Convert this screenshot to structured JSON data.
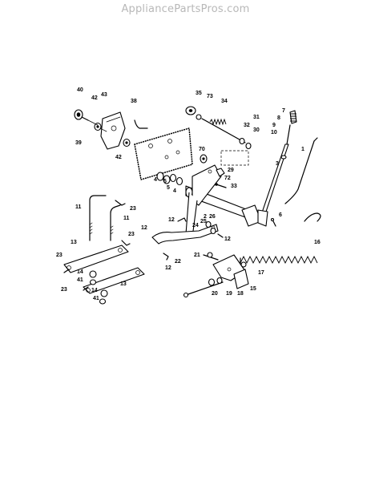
{
  "watermark": "AppliancePartsPros.com",
  "callouts": {
    "c1": "1",
    "c2": "2",
    "c3": "3",
    "c4a": "4",
    "c4b": "4",
    "c5a": "5",
    "c5b": "5",
    "c6": "6",
    "c7": "7",
    "c8": "8",
    "c9": "9",
    "c10": "10",
    "c11a": "11",
    "c11b": "11",
    "c12a": "12",
    "c12b": "12",
    "c12c": "12",
    "c13a": "13",
    "c13b": "13",
    "c14a": "14",
    "c14b": "14",
    "c15": "15",
    "c16": "16",
    "c17": "17",
    "c18": "18",
    "c19": "19",
    "c20": "20",
    "c21": "21",
    "c22": "22",
    "c23a": "23",
    "c23b": "23",
    "c23c": "23",
    "c23d": "23",
    "c24": "24",
    "c25": "25",
    "c26": "26",
    "c29": "29",
    "c30": "30",
    "c31": "31",
    "c32": "32",
    "c33": "33",
    "c34": "34",
    "c35": "35",
    "c38": "38",
    "c39": "39",
    "c40": "40",
    "c41a": "41",
    "c41b": "41",
    "c42a": "42",
    "c42b": "42",
    "c43": "43",
    "c70": "70",
    "c72": "72",
    "c73": "73"
  }
}
